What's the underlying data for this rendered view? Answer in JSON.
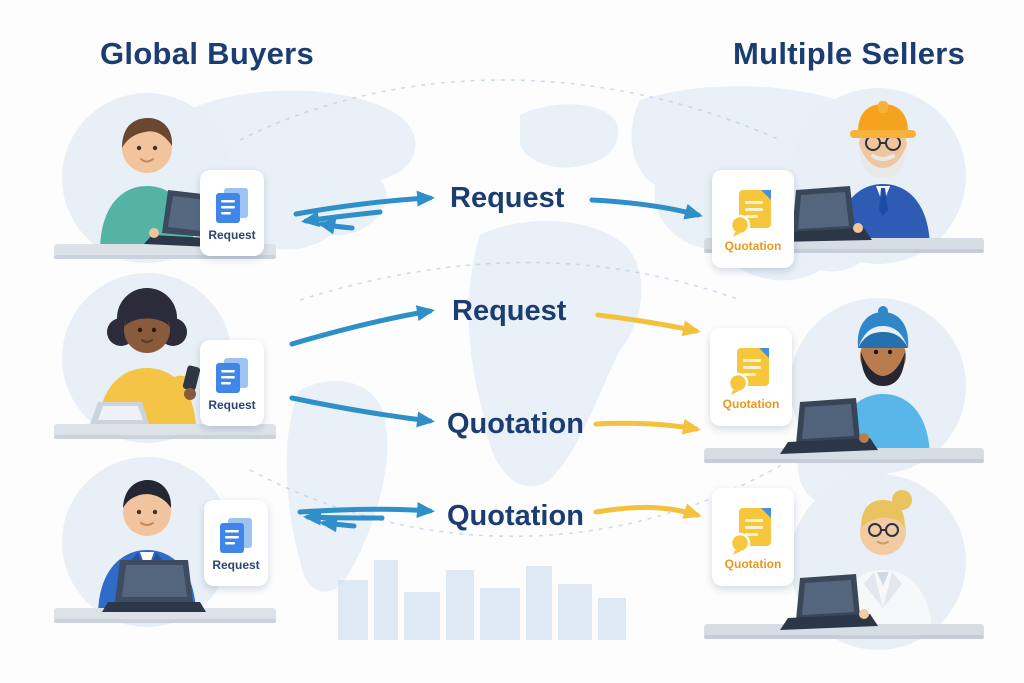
{
  "headings": {
    "left": "Global Buyers",
    "right": "Multiple Sellers"
  },
  "flow_labels": [
    {
      "text": "Request"
    },
    {
      "text": "Request"
    },
    {
      "text": "Quotation"
    },
    {
      "text": "Quotation"
    }
  ],
  "buyers": [
    {
      "badge_label": "Request",
      "icon": "request-document-icon"
    },
    {
      "badge_label": "Request",
      "icon": "request-document-icon"
    },
    {
      "badge_label": "Request",
      "icon": "request-document-icon"
    }
  ],
  "sellers": [
    {
      "badge_label": "Quotation",
      "icon": "quotation-document-icon"
    },
    {
      "badge_label": "Quotation",
      "icon": "quotation-document-icon"
    },
    {
      "badge_label": "Quotation",
      "icon": "quotation-document-icon"
    }
  ],
  "colors": {
    "heading_text": "#1c3d72",
    "flow_label_text": "#1c3d72",
    "request_arrow_blue": "#2e8fc9",
    "quotation_arrow_yellow": "#f3c13d",
    "request_badge_text": "#2c4470",
    "quotation_badge_text": "#e7991c",
    "map_tint": "#dce8f4"
  }
}
